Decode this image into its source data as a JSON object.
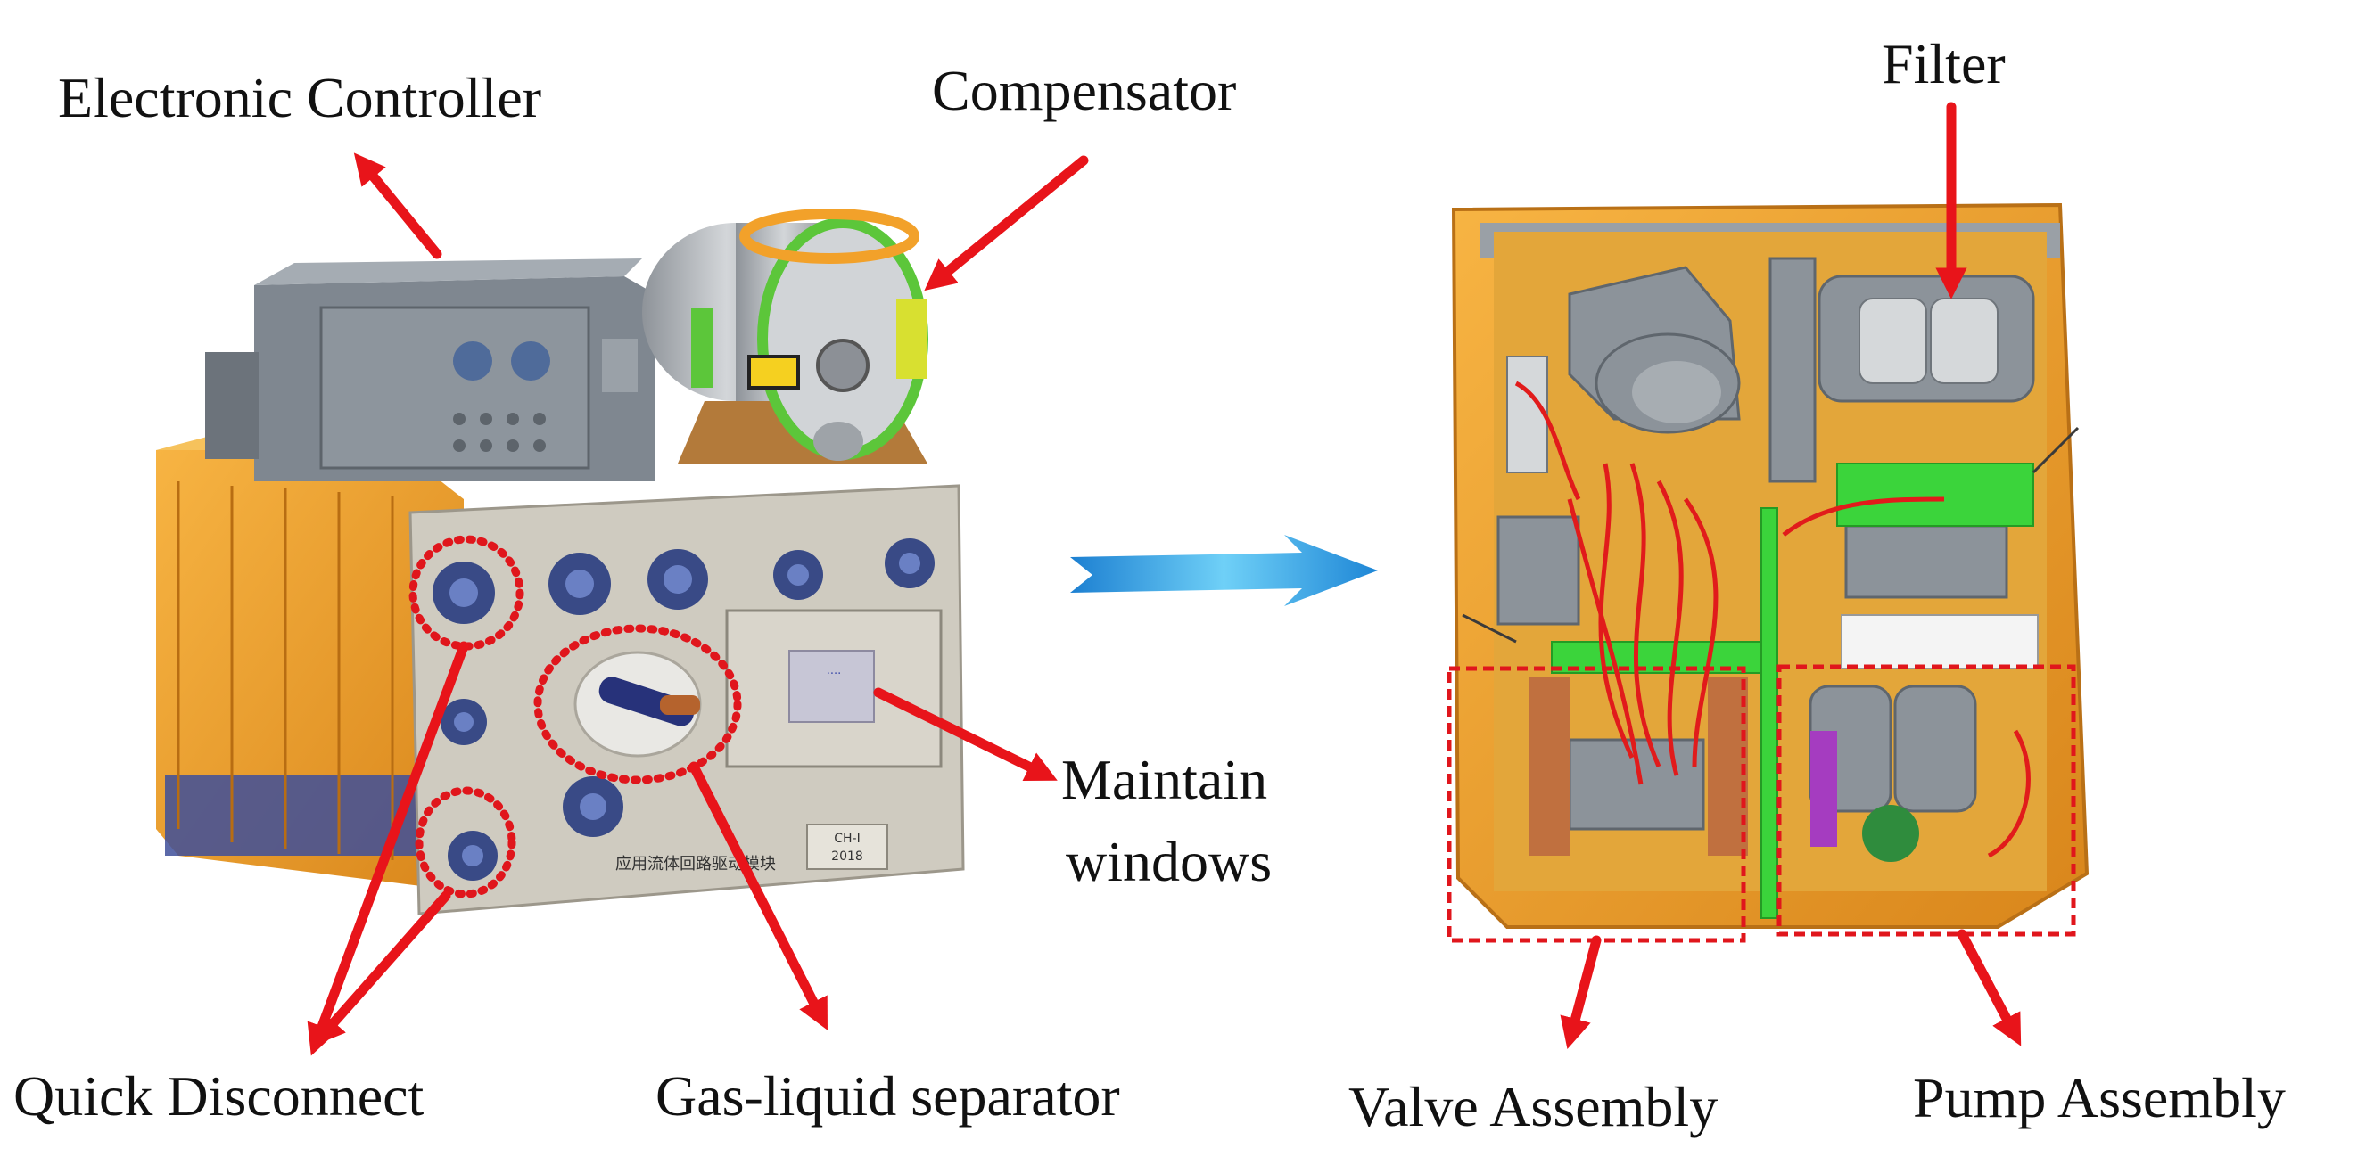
{
  "labels": {
    "electronic_controller": "Electronic Controller",
    "compensator": "Compensator",
    "filter": "Filter",
    "maintain_windows_line1": "Maintain",
    "maintain_windows_line2": "windows",
    "quick_disconnect": "Quick Disconnect",
    "gas_liquid_separator": "Gas-liquid separator",
    "valve_assembly": "Valve Assembly",
    "pump_assembly": "Pump Assembly"
  },
  "device_markings": {
    "panel_text": "应用流体回路驱动模块",
    "plate_text": "CH-I",
    "plate_year": "2018"
  },
  "colors": {
    "arrow": "#e8141a",
    "highlight_circle": "#e0161c",
    "highlight_box": "#e0161c",
    "flow_arrow": "#3aa8e6",
    "housing": "#f2a12a",
    "panel": "#cfcbc0",
    "controller": "#7f8790",
    "pipe_red": "#e11b1b",
    "bracket_green": "#3bd43b"
  }
}
